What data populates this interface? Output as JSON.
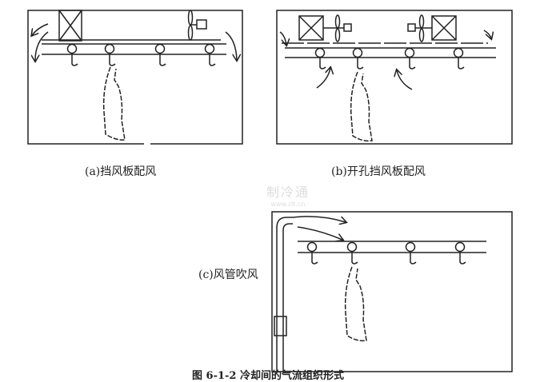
{
  "labels": {
    "a": "(a)挡风板配风",
    "b": "(b)开孔挡风板配风",
    "c": "(c)风管吹风"
  },
  "caption": "图 6-1-2    冷却间的气流组织形式",
  "watermark": {
    "name": "制冷通",
    "url": "www.zlt.cn"
  },
  "colors": {
    "line": "#222222",
    "watermark": "#dddddd"
  }
}
